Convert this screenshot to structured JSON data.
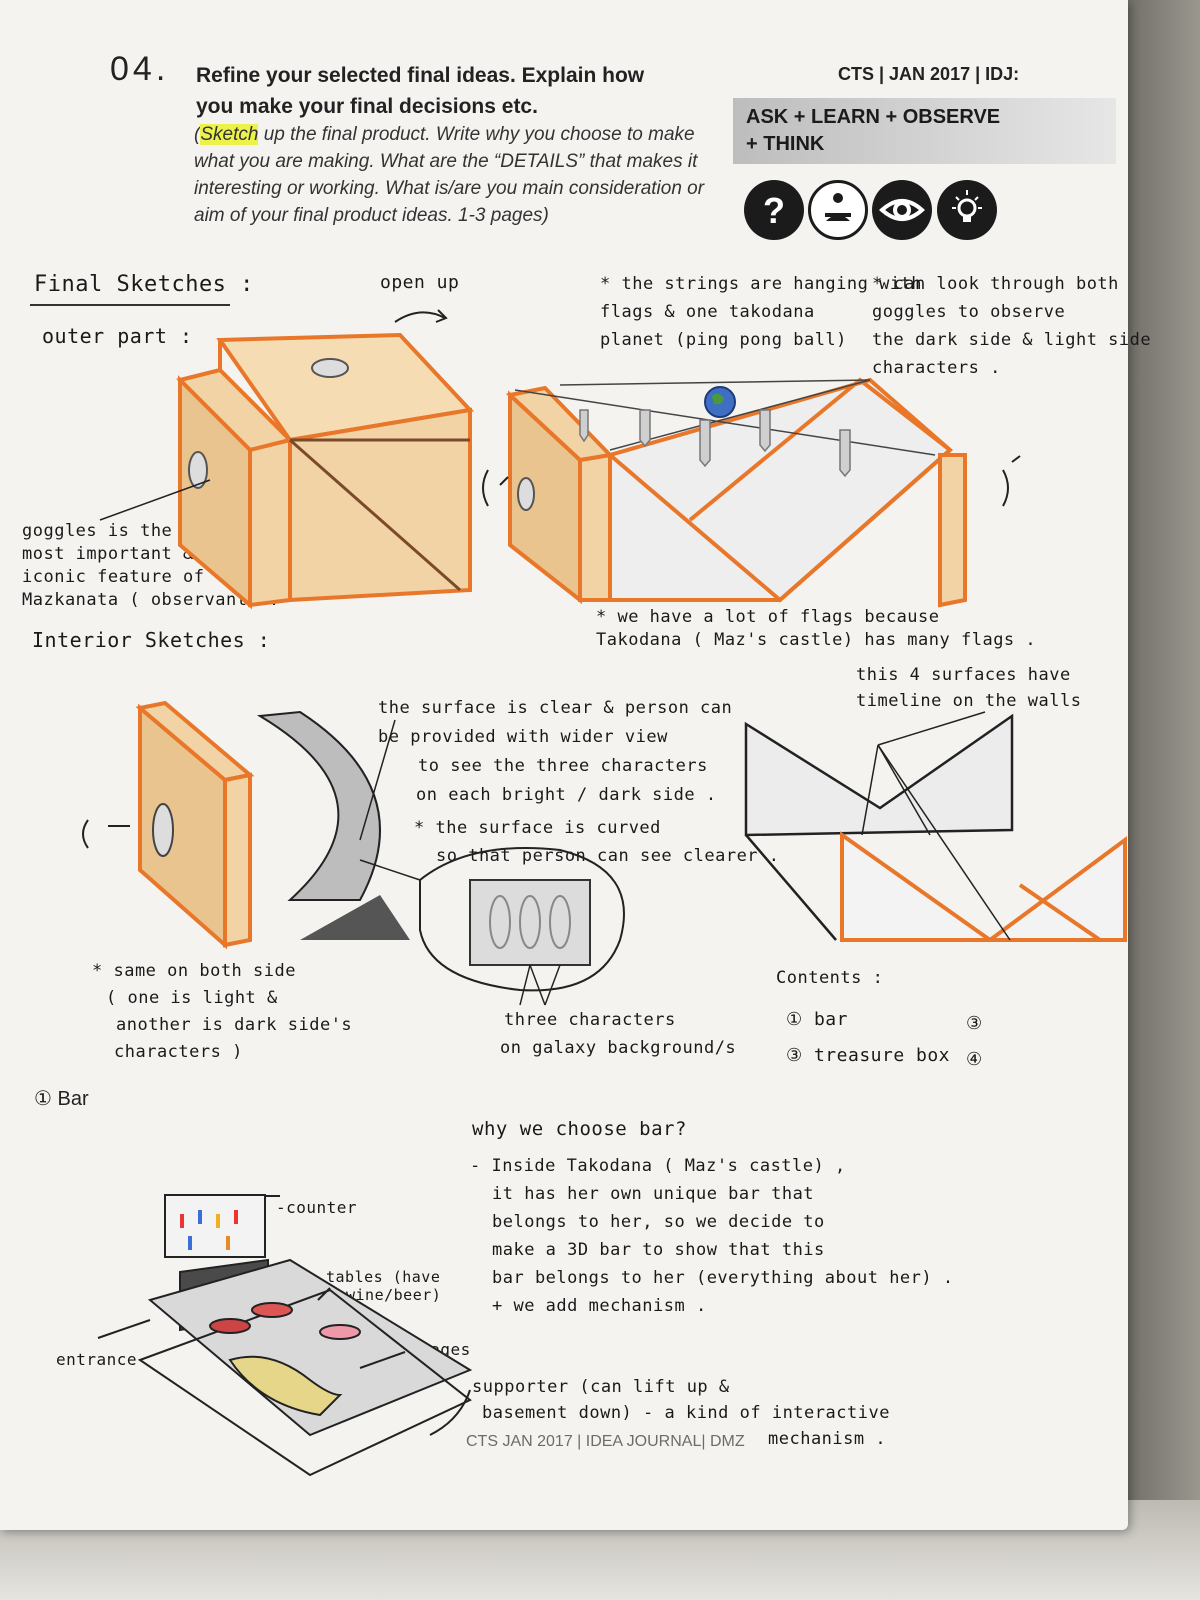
{
  "header": {
    "number": "04.",
    "title_line1": "Refine your selected final ideas. Explain how",
    "title_line2": "you make your final decisions etc.",
    "desc_open": "(",
    "desc_highlight": "Sketch",
    "desc_rest": "  up the final product. Write why you choose to make what you are making. What are the “DETAILS” that makes it interesting or working. What is/are you main consideration or aim of your final product ideas. 1-3 pages)",
    "course": "CTS | JAN 2017 | IDJ:",
    "banner_line1": "ASK + LEARN + OBSERVE",
    "banner_line2": "+ THINK",
    "icons": [
      "question-icon",
      "learn-reader-icon",
      "eye-icon",
      "lightbulb-icon"
    ]
  },
  "sketches": {
    "final_heading": "Final Sketches :",
    "outer_heading": "outer part :",
    "open_up": "open up",
    "strings_note": [
      "* the strings are hanging with",
      "flags & one takodana",
      "planet (ping pong ball)"
    ],
    "goggles_view_note": [
      "* can look through both",
      "goggles to observe",
      "the dark side & light side",
      "characters ."
    ],
    "goggles_note": [
      "goggles is the",
      "most important &",
      "iconic feature of",
      "Mazkanata ( observant) ."
    ],
    "flags_note": [
      "* we have a lot of flags because",
      "Takodana ( Maz's castle) has many flags ."
    ],
    "interior_heading": "Interior Sketches :",
    "surface_note": [
      "the surface is clear & person can",
      "be provided with wider view",
      "to see the three characters",
      "on each bright / dark side ."
    ],
    "curved_note": [
      "* the surface is curved",
      "so that person can see clearer ."
    ],
    "timeline_note": [
      "this 4 surfaces have",
      "timeline on the walls"
    ],
    "same_note": [
      "* same on both side",
      "( one is light &",
      "another is dark side's",
      "characters )"
    ],
    "characters_note": [
      "three characters",
      "on galaxy background/s"
    ],
    "contents": {
      "heading": "Contents :",
      "items": [
        "① bar",
        "③ treasure box"
      ],
      "markers": [
        "③",
        "④"
      ]
    }
  },
  "bar": {
    "heading": "① Bar",
    "labels": {
      "counter": "-counter",
      "tables": [
        "tables (have",
        "wine/beer)"
      ],
      "stages": "stages",
      "entrance": "entrance"
    },
    "why_heading": "why we choose bar?",
    "why_text": [
      "- Inside Takodana ( Maz's castle) ,",
      "it has her own unique bar that",
      "belongs to her, so we decide to",
      "make a 3D bar to show that this",
      "bar belongs to her (everything about her) .",
      "+ we add mechanism ."
    ],
    "supporter_note": [
      "supporter (can lift up &",
      "basement   down) - a kind of interactive",
      "mechanism ."
    ]
  },
  "footer": "CTS JAN 2017 | IDEA JOURNAL| DMZ"
}
